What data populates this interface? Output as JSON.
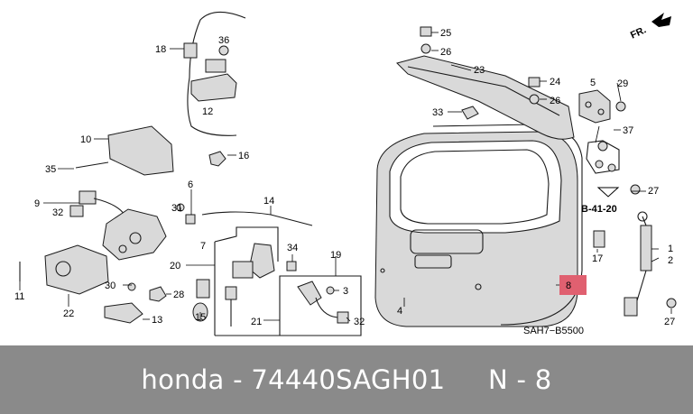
{
  "diagram": {
    "direction_label": "FR.",
    "diagram_code": "SAH7−B5500",
    "callouts": [
      "18",
      "36",
      "12",
      "10",
      "16",
      "35",
      "6",
      "14",
      "9",
      "32",
      "31",
      "7",
      "34",
      "19",
      "20",
      "11",
      "30",
      "28",
      "3",
      "22",
      "13",
      "15",
      "21",
      "32",
      "4",
      "25",
      "26",
      "23",
      "24",
      "26",
      "33",
      "5",
      "29",
      "37",
      "27",
      "B-41-20",
      "17",
      "1",
      "2",
      "27",
      "8"
    ],
    "highlight_color": "#e06070"
  },
  "footer": {
    "text": "honda - 74440SAGH01     N - 8",
    "background": "#8a8a8a"
  }
}
